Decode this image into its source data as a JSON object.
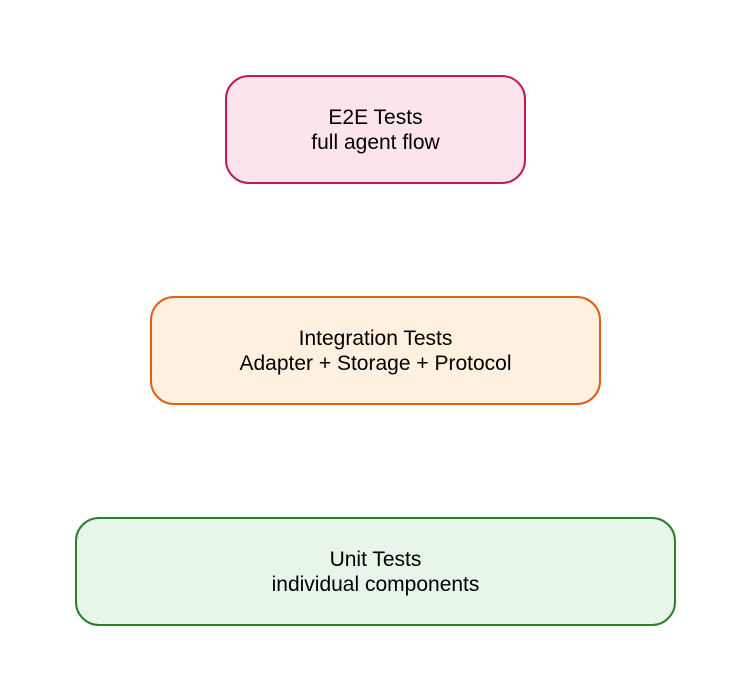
{
  "layers": [
    {
      "title": "E2E Tests",
      "subtitle": "full agent flow",
      "fill": "#fce4ec",
      "stroke": "#c2185b"
    },
    {
      "title": "Integration Tests",
      "subtitle": "Adapter + Storage + Protocol",
      "fill": "#fff0e0",
      "stroke": "#e0600f"
    },
    {
      "title": "Unit Tests",
      "subtitle": "individual components",
      "fill": "#e8f5e9",
      "stroke": "#2e7d32"
    }
  ]
}
